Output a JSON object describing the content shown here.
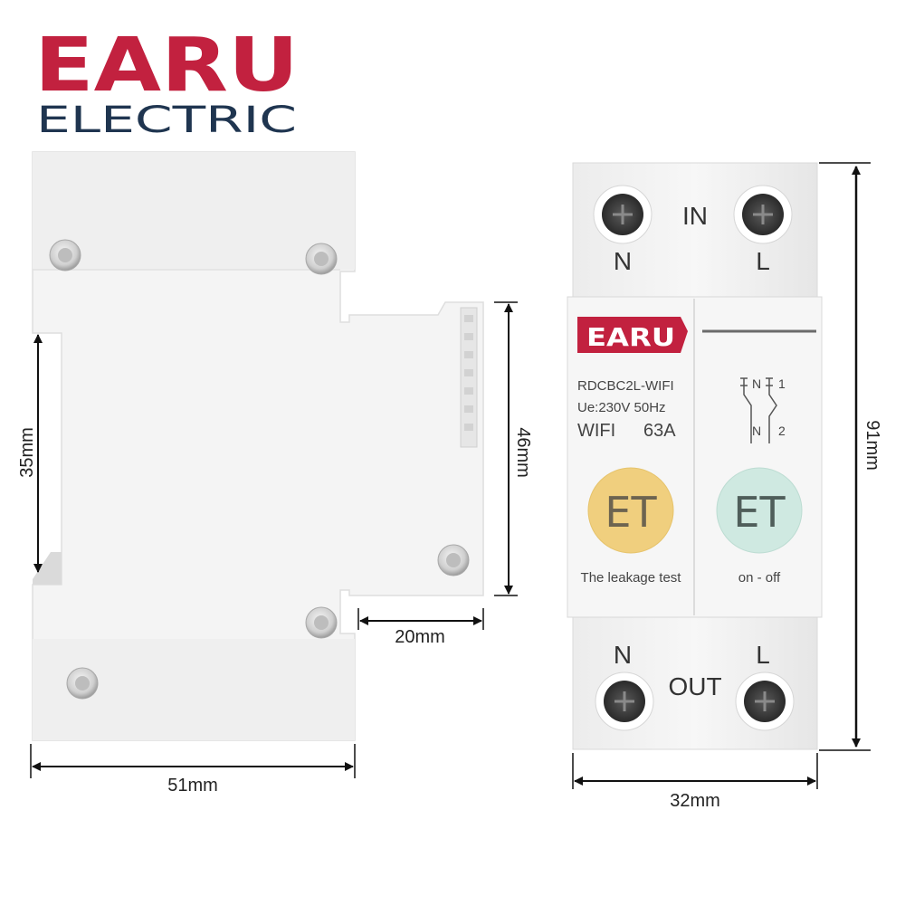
{
  "logo": {
    "brand": "EARU",
    "sub": "ELECTRIC",
    "color": "#c2213f",
    "sub_color": "#1f3550"
  },
  "dimensions": {
    "side_height": "35mm",
    "side_depth": "46mm",
    "side_width": "51mm",
    "side_offset": "20mm",
    "front_height": "91mm",
    "front_width": "32mm"
  },
  "front": {
    "in_label": "IN",
    "out_label": "OUT",
    "top_n": "N",
    "top_l": "L",
    "bottom_n": "N",
    "bottom_l": "L",
    "badge": "EARU",
    "model": "RDCBC2L-WIFI",
    "rating": "Ue:230V 50Hz",
    "wifi": "WIFI",
    "amps": "63A",
    "schematic_n1": "N",
    "schematic_1": "1",
    "schematic_n2": "N",
    "schematic_2": "2",
    "leakage_button_glyph": "ET",
    "onoff_button_glyph": "ET",
    "leakage_label": "The leakage test",
    "onoff_label": "on - off",
    "leakage_color": "#f0cf7e",
    "onoff_color": "#cfe9e1"
  }
}
